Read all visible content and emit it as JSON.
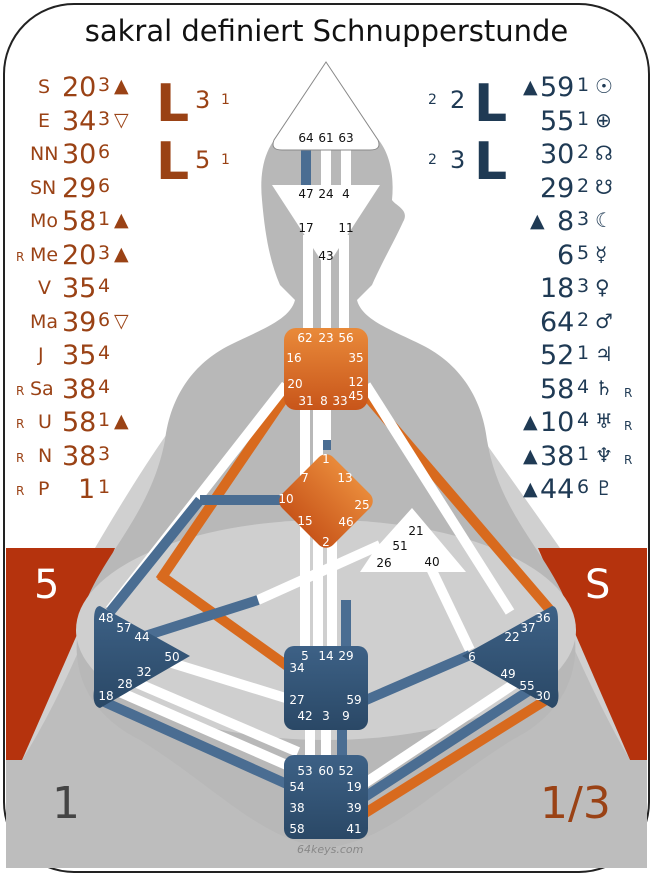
{
  "title": "sakral definiert Schnupperstunde",
  "left_column": [
    {
      "label": "S",
      "gate": "20",
      "line": "3",
      "mark": "▲",
      "retro": ""
    },
    {
      "label": "E",
      "gate": "34",
      "line": "3",
      "mark": "▽",
      "retro": ""
    },
    {
      "label": "NN",
      "gate": "30",
      "line": "6",
      "mark": "",
      "retro": ""
    },
    {
      "label": "SN",
      "gate": "29",
      "line": "6",
      "mark": "",
      "retro": ""
    },
    {
      "label": "Mo",
      "gate": "58",
      "line": "1",
      "mark": "▲",
      "retro": ""
    },
    {
      "label": "Me",
      "gate": "20",
      "line": "3",
      "mark": "▲",
      "retro": "R"
    },
    {
      "label": "V",
      "gate": "35",
      "line": "4",
      "mark": "",
      "retro": ""
    },
    {
      "label": "Ma",
      "gate": "39",
      "line": "6",
      "mark": "▽",
      "retro": ""
    },
    {
      "label": "J",
      "gate": "35",
      "line": "4",
      "mark": "",
      "retro": ""
    },
    {
      "label": "Sa",
      "gate": "38",
      "line": "4",
      "mark": "",
      "retro": "R"
    },
    {
      "label": "U",
      "gate": "58",
      "line": "1",
      "mark": "▲",
      "retro": "R"
    },
    {
      "label": "N",
      "gate": "38",
      "line": "3",
      "mark": "",
      "retro": "R"
    },
    {
      "label": "P",
      "gate": "1",
      "line": "1",
      "mark": "",
      "retro": "R"
    }
  ],
  "right_column": [
    {
      "mark": "▲",
      "gate": "59",
      "line": "1",
      "symbol": "☉",
      "retro": ""
    },
    {
      "mark": "",
      "gate": "55",
      "line": "1",
      "symbol": "⊕",
      "retro": ""
    },
    {
      "mark": "",
      "gate": "30",
      "line": "2",
      "symbol": "☊",
      "retro": ""
    },
    {
      "mark": "",
      "gate": "29",
      "line": "2",
      "symbol": "☋",
      "retro": ""
    },
    {
      "mark": "▲",
      "gate": "8",
      "line": "3",
      "symbol": "☾",
      "retro": ""
    },
    {
      "mark": "",
      "gate": "6",
      "line": "5",
      "symbol": "☿",
      "retro": ""
    },
    {
      "mark": "",
      "gate": "18",
      "line": "3",
      "symbol": "♀",
      "retro": ""
    },
    {
      "mark": "",
      "gate": "64",
      "line": "2",
      "symbol": "♂",
      "retro": ""
    },
    {
      "mark": "",
      "gate": "52",
      "line": "1",
      "symbol": "♃",
      "retro": ""
    },
    {
      "mark": "",
      "gate": "58",
      "line": "4",
      "symbol": "♄",
      "retro": "R"
    },
    {
      "mark": "▲",
      "gate": "10",
      "line": "4",
      "symbol": "♅",
      "retro": "R"
    },
    {
      "mark": "▲",
      "gate": "38",
      "line": "1",
      "symbol": "♆",
      "retro": "R"
    },
    {
      "mark": "▲",
      "gate": "44",
      "line": "6",
      "symbol": "♇",
      "retro": ""
    }
  ],
  "variables": {
    "left": [
      {
        "letter": "L",
        "a": "3",
        "b": "1"
      },
      {
        "letter": "L",
        "a": "5",
        "b": "1"
      }
    ],
    "right": [
      {
        "a": "2",
        "b": "2",
        "letter": "L"
      },
      {
        "a": "2",
        "b": "3",
        "letter": "L"
      }
    ]
  },
  "corners": {
    "left_mid": "5",
    "right_mid": "S",
    "bottom_left": "1",
    "bottom_right": "1/3"
  },
  "watermark": "64keys.com",
  "centers": {
    "head": [
      "64",
      "61",
      "63"
    ],
    "ajna": [
      "47",
      "24",
      "4",
      "17",
      "11",
      "43"
    ],
    "throat": [
      "62",
      "23",
      "56",
      "16",
      "35",
      "20",
      "12",
      "31",
      "8",
      "33",
      "45"
    ],
    "g": [
      "1",
      "7",
      "13",
      "10",
      "25",
      "15",
      "46",
      "2"
    ],
    "ego": [
      "21",
      "51",
      "26",
      "40"
    ],
    "spleen": [
      "48",
      "57",
      "44",
      "50",
      "32",
      "28",
      "18"
    ],
    "solar": [
      "36",
      "37",
      "22",
      "6",
      "49",
      "55",
      "30"
    ],
    "sacral": [
      "5",
      "14",
      "29",
      "34",
      "27",
      "59",
      "42",
      "3",
      "9"
    ],
    "root": [
      "53",
      "60",
      "52",
      "54",
      "19",
      "38",
      "39",
      "58",
      "41"
    ]
  },
  "colors": {
    "personality": "#1f3a54",
    "design": "#9a4215",
    "defined_center": "#3a5a7c",
    "throat_g": "#d2691e",
    "red_band": "#b5330d",
    "body": "#b8b8b8",
    "bg_shape": "#d4d4d4"
  }
}
